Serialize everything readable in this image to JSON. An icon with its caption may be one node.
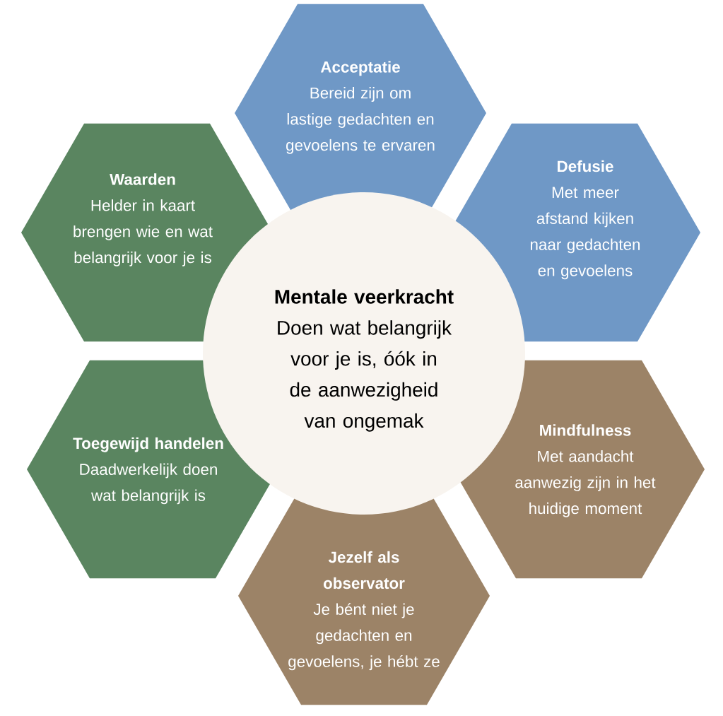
{
  "diagram": {
    "nodes": [
      {
        "text": [
          "Acceptatie",
          "Bereid zijn om lastige gedachten en gevoelens te ervaren"
        ]
      },
      {
        "text": [
          "Waarden",
          "Helder in kaart brengen wie en wat belangrijk voor je is"
        ]
      },
      {
        "text": [
          "Defusie",
          "Met meer afstand kijken naar gedachten en gevoelens"
        ]
      },
      {
        "text": [
          "Mentale veerkracht",
          "Doen wat belangrijk voor je is, óók in de aanwezigheid van ongemak"
        ]
      },
      {
        "text": [
          "Toegewijd handelen",
          "Daadwerkelijk doen wat belangrijk is"
        ]
      },
      {
        "text": [
          "Mindfulness",
          "Met aandacht aanwezig zijn in het huidige moment"
        ]
      },
      {
        "text": [
          "Jezelf als observator",
          "Je bént niet je gedachten en gevoelens, je hébt ze"
        ]
      }
    ]
  }
}
